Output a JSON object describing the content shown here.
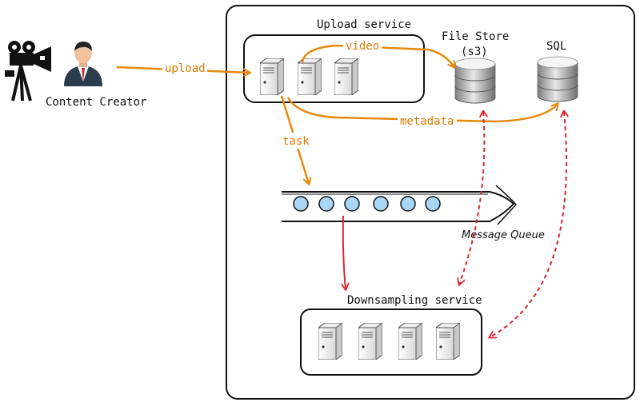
{
  "labels": {
    "content_creator": "Content Creator",
    "upload_service": "Upload service",
    "file_store_line1": "File Store",
    "file_store_line2": "(s3)",
    "sql": "SQL",
    "message_queue": "Message Queue",
    "downsampling_service": "Downsampling service"
  },
  "edges": {
    "upload": "upload",
    "video": "video",
    "metadata": "metadata",
    "task": "task"
  },
  "colors": {
    "orange": "#e8890c",
    "red": "#d9262c",
    "queue_dot": "#a9d6f5"
  }
}
